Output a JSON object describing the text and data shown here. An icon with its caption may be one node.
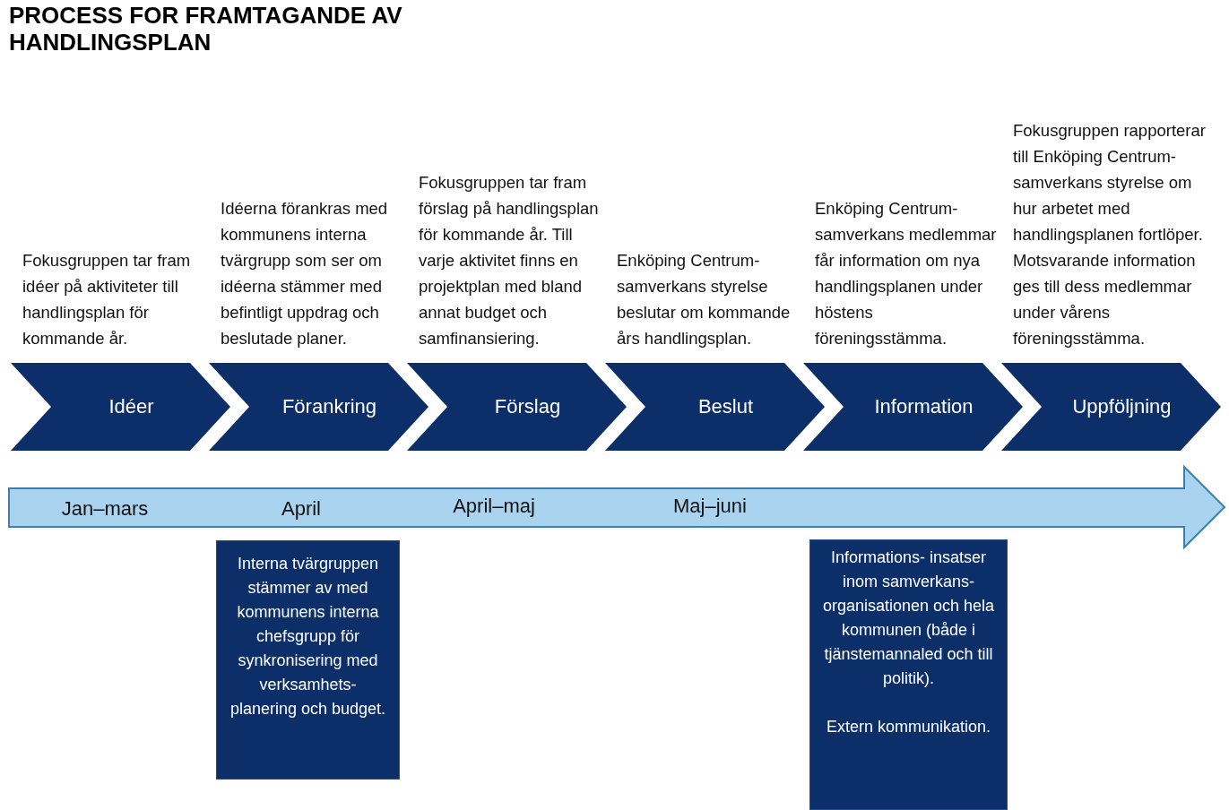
{
  "diagram": {
    "title": "PROCESS FOR FRAMTAGANDE AV HANDLINGSPLAN",
    "nodes": [
      {
        "text": [
          "Idéer"
        ],
        "beside": [
          "Fokusgruppen tar fram idéer på aktiviteter till handlingsplan för kommande år."
        ]
      },
      {
        "text": [
          "Förankring"
        ],
        "beside": [
          "Idéerna förankras med kommunens interna tvärgrupp som ser om idéerna stämmer med befintligt uppdrag och beslutade planer."
        ]
      },
      {
        "text": [
          "Förslag"
        ],
        "beside": [
          "Fokusgruppen tar fram förslag på handlingsplan för kommande år. Till varje aktivitet finns en projektplan med bland annat budget och samfinansiering."
        ]
      },
      {
        "text": [
          "Beslut"
        ],
        "beside": [
          "Enköping Centrum-samverkans styrelse beslutar om kommande års handlingsplan."
        ]
      },
      {
        "text": [
          "Information"
        ],
        "beside": [
          "Enköping Centrum-samverkans medlemmar får information om nya handlingsplanen under höstens föreningsstämma."
        ]
      },
      {
        "text": [
          "Uppföljning"
        ],
        "beside": [
          "Fokusgruppen rapporterar till Enköping Centrum-samverkans styrelse om hur arbetet med handlingsplanen fortlöper. Motsvarande information ges till dess medlemmar under vårens föreningsstämma."
        ]
      },
      {
        "text": [
          "Jan–mars",
          "April",
          "April–maj",
          "Maj–juni"
        ]
      },
      {
        "text": [
          "Interna tvärgruppen stämmer av med kommunens interna chefsgrupp för synkronisering med verksamhets- planering och budget."
        ]
      },
      {
        "text": [
          "Informations- insatser inom samverkans- organisationen och hela kommunen (både i tjänstemannaled och till politik).",
          "Extern kommunikation."
        ]
      }
    ]
  }
}
